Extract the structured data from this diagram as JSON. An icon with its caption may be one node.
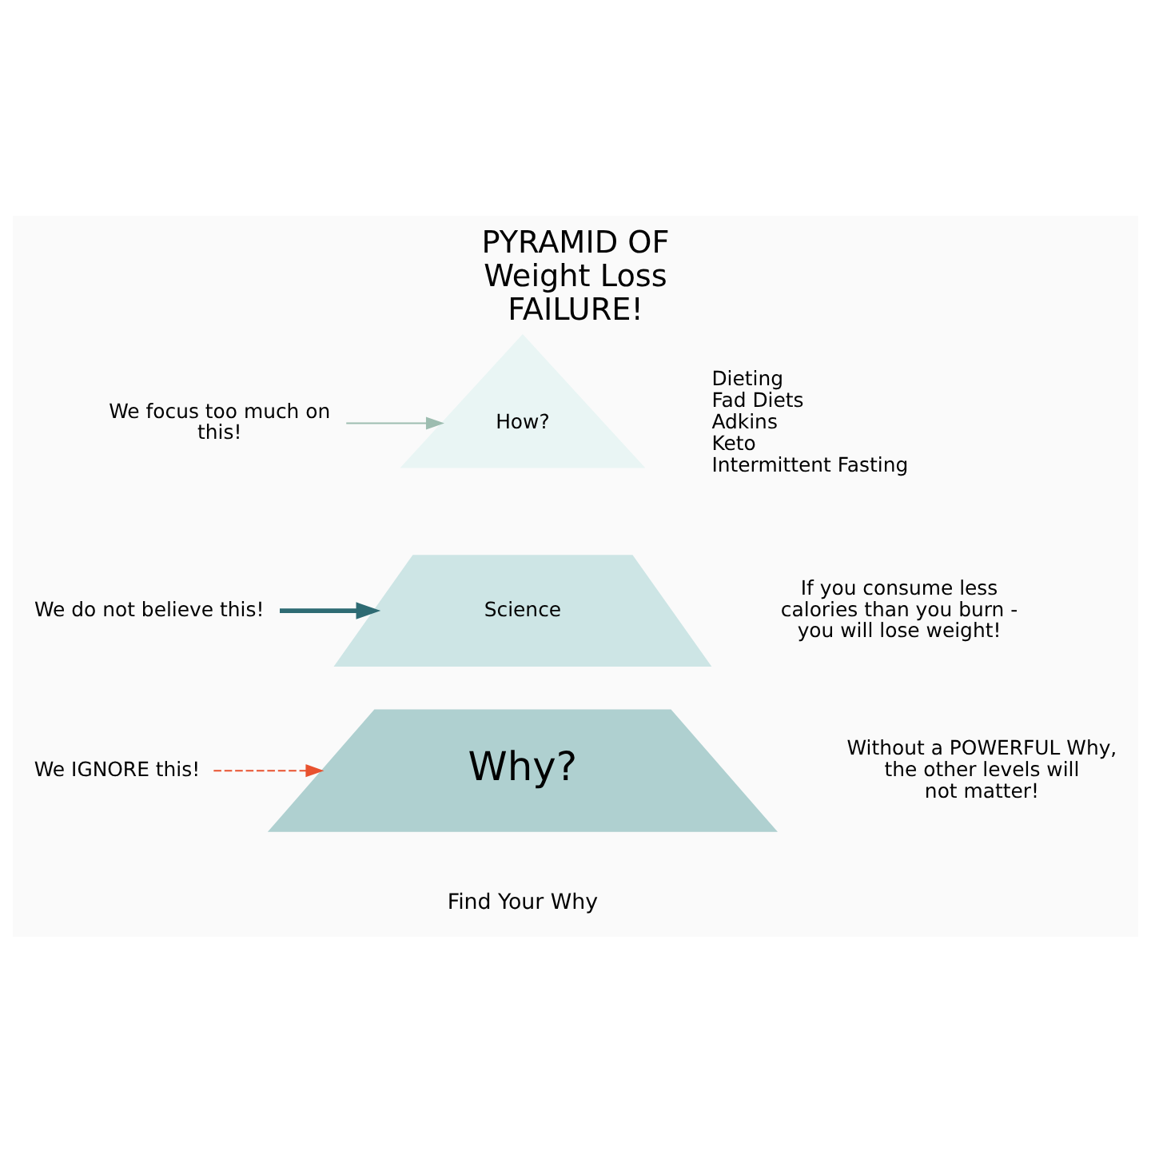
{
  "diagram": {
    "title": "PYRAMID OF Weight Loss FAILURE!",
    "caption": "Find Your Why",
    "nodes": [
      {
        "text": [
          "We focus too much on this!"
        ]
      },
      {
        "text": [
          "How?"
        ],
        "beside": [
          "Dieting",
          "Fad Diets",
          "Adkins",
          "Keto",
          "Intermittent Fasting"
        ]
      },
      {
        "text": [
          "We do not believe this!"
        ]
      },
      {
        "text": [
          "Science"
        ],
        "beside": [
          "If you consume less calories than you burn - you will lose weight!"
        ]
      },
      {
        "text": [
          "We IGNORE this!"
        ]
      },
      {
        "text": [
          "Why?"
        ],
        "beside": [
          "Without a POWERFUL Why, the other levels will not matter!"
        ]
      }
    ],
    "edges": [
      {
        "from": 0,
        "to": 1,
        "arrow": "to",
        "color": "#9dbdb0"
      },
      {
        "from": 2,
        "to": 3,
        "arrow": "to",
        "style": "thick",
        "color": "#2e6b73"
      },
      {
        "from": 4,
        "to": 5,
        "arrow": "to",
        "style": "dashed",
        "color": "#e8522f"
      }
    ]
  }
}
